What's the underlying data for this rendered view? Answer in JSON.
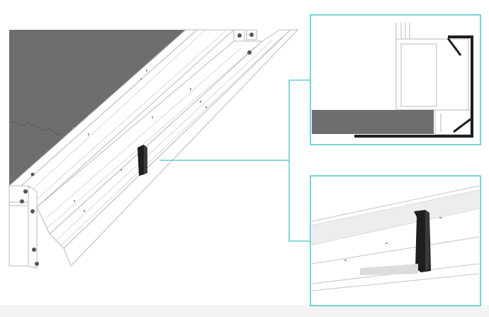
{
  "figure": {
    "kind": "exploded-assembly-detail",
    "views": [
      {
        "id": "main",
        "subject": "framed-panel-with-clip"
      },
      {
        "id": "detail-top",
        "subject": "clip-profile-cross-section"
      },
      {
        "id": "detail-bottom",
        "subject": "clip-installed-on-rail"
      }
    ],
    "colors": {
      "panel_fill": "#6e6e6e",
      "clip_fill": "#1e1e1e",
      "frame_stroke": "#b9b9b9",
      "frame_fill": "#ffffff",
      "callout": "#4cc3c8",
      "shadow": "#efefef"
    }
  }
}
